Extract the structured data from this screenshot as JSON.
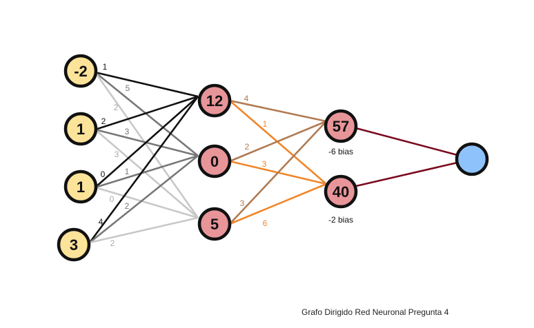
{
  "caption": "Grafo Dirigido Red Neuronal Pregunta 4",
  "colors": {
    "input_fill": "#fbe39a",
    "hidden_fill": "#e8959a",
    "output_fill": "#e8959a",
    "final_fill": "#8ec2fb",
    "stroke": "#111111",
    "w_black": "#111111",
    "w_dark": "#777777",
    "w_light": "#c8c8c8",
    "w_brown": "#b07a52",
    "w_orange": "#f0862a",
    "w_maroon": "#7a0a1e"
  },
  "layers": {
    "inputs": [
      "-2",
      "1",
      "1",
      "3"
    ],
    "hidden": [
      "12",
      "0",
      "5"
    ],
    "outputs": [
      "57",
      "40"
    ],
    "final": [
      ""
    ]
  },
  "biases": [
    "-6 bias",
    "-2 bias"
  ],
  "edges_input_hidden": [
    {
      "from": 0,
      "to": 0,
      "weight": "1",
      "tone": "w_black"
    },
    {
      "from": 0,
      "to": 1,
      "weight": "5",
      "tone": "w_dark"
    },
    {
      "from": 0,
      "to": 2,
      "weight": "2",
      "tone": "w_light"
    },
    {
      "from": 1,
      "to": 0,
      "weight": "2",
      "tone": "w_black"
    },
    {
      "from": 1,
      "to": 1,
      "weight": "3",
      "tone": "w_dark"
    },
    {
      "from": 1,
      "to": 2,
      "weight": "3",
      "tone": "w_light"
    },
    {
      "from": 2,
      "to": 0,
      "weight": "0",
      "tone": "w_black"
    },
    {
      "from": 2,
      "to": 1,
      "weight": "1",
      "tone": "w_dark"
    },
    {
      "from": 2,
      "to": 2,
      "weight": "0",
      "tone": "w_light"
    },
    {
      "from": 3,
      "to": 0,
      "weight": "4",
      "tone": "w_black"
    },
    {
      "from": 3,
      "to": 1,
      "weight": "2",
      "tone": "w_dark"
    },
    {
      "from": 3,
      "to": 2,
      "weight": "2",
      "tone": "w_light"
    }
  ],
  "edges_hidden_output": [
    {
      "from": 0,
      "to": 0,
      "weight": "4",
      "tone": "w_brown"
    },
    {
      "from": 0,
      "to": 1,
      "weight": "1",
      "tone": "w_orange"
    },
    {
      "from": 1,
      "to": 0,
      "weight": "2",
      "tone": "w_brown"
    },
    {
      "from": 1,
      "to": 1,
      "weight": "3",
      "tone": "w_orange"
    },
    {
      "from": 2,
      "to": 0,
      "weight": "3",
      "tone": "w_brown"
    },
    {
      "from": 2,
      "to": 1,
      "weight": "6",
      "tone": "w_orange"
    }
  ],
  "edges_output_final": [
    {
      "from": 0,
      "to": 0,
      "tone": "w_maroon"
    },
    {
      "from": 1,
      "to": 0,
      "tone": "w_maroon"
    }
  ]
}
